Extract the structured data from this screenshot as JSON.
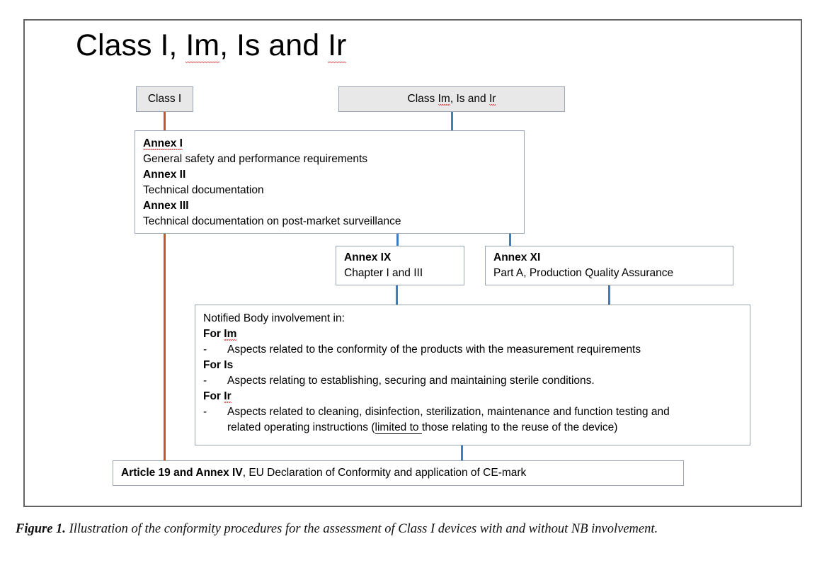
{
  "figure": {
    "title": "Class I, Im, Is and Ir",
    "caption_label": "Figure 1.",
    "caption_text": "Illustration of the conformity procedures for the assessment of Class I devices with and without NB involvement."
  },
  "colors": {
    "frame_border": "#636363",
    "node_border": "#9aa5b4",
    "node_fill_grey": "#e8e8e8",
    "connector_blue": "#3f7fc1",
    "connector_orange": "#c4561e",
    "spellcheck_red": "#e03030"
  },
  "nodes": {
    "class_i": {
      "label": "Class I"
    },
    "class_im_is_ir": {
      "label": "Class Im, Is and Ir"
    },
    "annex_block": {
      "rows": [
        {
          "heading": "Annex I",
          "text": "General safety and performance requirements"
        },
        {
          "heading": "Annex II",
          "text": "Technical documentation"
        },
        {
          "heading": "Annex III",
          "text": "Technical documentation on post-market surveillance"
        }
      ]
    },
    "annex_ix": {
      "heading": "Annex IX",
      "text": "Chapter I and III"
    },
    "annex_xi": {
      "heading": "Annex XI",
      "text": "Part A, Production Quality Assurance"
    },
    "notified_body": {
      "intro": "Notified Body involvement in:",
      "groups": [
        {
          "heading": "For Im",
          "bullet_marker": "-",
          "bullet_lines": [
            "Aspects related to the conformity of the products with the measurement requirements"
          ]
        },
        {
          "heading": "For Is",
          "bullet_marker": "-",
          "bullet_lines": [
            "Aspects relating to establishing, securing and maintaining sterile conditions."
          ]
        },
        {
          "heading": "For Ir",
          "bullet_marker": "-",
          "bullet_lines": [
            "Aspects related to cleaning, disinfection, sterilization, maintenance and function testing and",
            "related operating instructions (limited to those relating to the reuse of the device)"
          ]
        }
      ]
    },
    "article_19": {
      "bold_part": "Article 19 and Annex IV",
      "rest_part": ", EU Declaration of Conformity and application of CE-mark"
    }
  }
}
